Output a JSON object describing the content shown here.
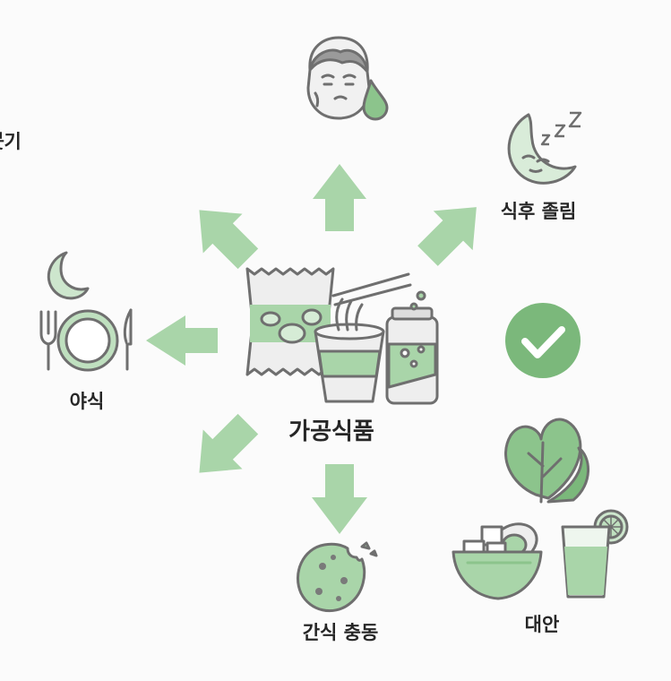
{
  "center": {
    "label": "가공식품"
  },
  "effects": {
    "swelling": "붓기",
    "drowsiness": "식후 졸림",
    "late_snack": "야식",
    "snack_urge": "간식 충동"
  },
  "alternative": {
    "label": "대안"
  },
  "icons": {
    "swelling": "face-with-teardrop-icon",
    "drowsiness": "sleepy-moon-icon",
    "late_snack": "moon-plate-cutlery-icon",
    "snack_urge": "bitten-cookie-icon",
    "center": "chips-noodles-can-icon",
    "check": "check-circle-icon",
    "alt_1": "leafy-greens-icon",
    "alt_2": "tofu-egg-bowl-icon",
    "alt_3": "lemon-water-glass-icon"
  },
  "colors": {
    "arrow": "#a9d5a9",
    "accent": "#7bb87b",
    "accent_dark": "#5a9a5a",
    "outline": "#6f6f6f",
    "label": "#262626"
  }
}
